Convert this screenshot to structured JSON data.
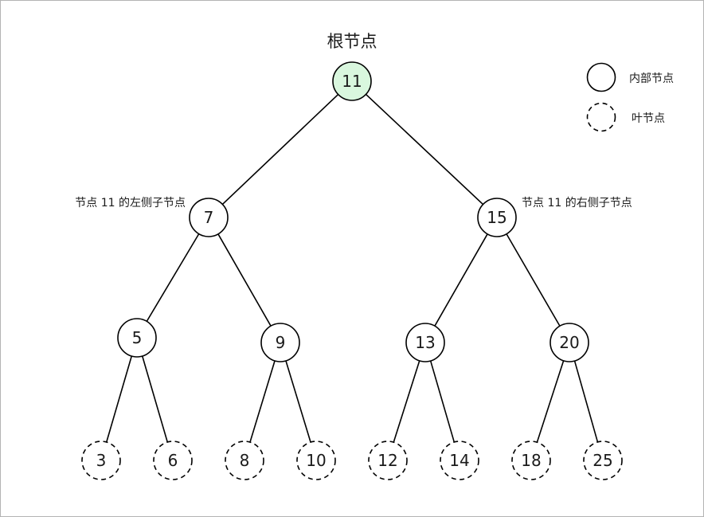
{
  "title": "根节点",
  "root": "11",
  "left_child_caption": "节点 11 的左侧子节点",
  "right_child_caption": "节点 11 的右侧子节点",
  "legend": {
    "internal": "内部节点",
    "leaf": "叶节点"
  },
  "colors": {
    "root_fill": "#d9f7de",
    "node_fill": "#ffffff",
    "stroke": "#000000"
  },
  "tree": {
    "value": "11",
    "left": {
      "value": "7",
      "left": {
        "value": "5",
        "left": {
          "value": "3"
        },
        "right": {
          "value": "6"
        }
      },
      "right": {
        "value": "9",
        "left": {
          "value": "8"
        },
        "right": {
          "value": "10"
        }
      }
    },
    "right": {
      "value": "15",
      "left": {
        "value": "13",
        "left": {
          "value": "12"
        },
        "right": {
          "value": "14"
        }
      },
      "right": {
        "value": "20",
        "left": {
          "value": "18"
        },
        "right": {
          "value": "25"
        }
      }
    }
  }
}
